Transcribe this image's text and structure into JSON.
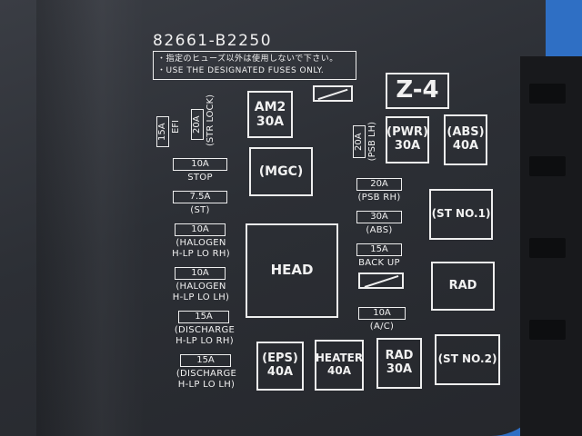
{
  "part_number": "82661-B2250",
  "notice_jp": "・指定のヒューズ以外は使用しないで下さい。",
  "notice_en": "・USE THE DESIGNATED FUSES ONLY.",
  "zone": "Z-4",
  "large_fuses": {
    "am2": [
      "AM2",
      "30A"
    ],
    "mgc": "(MGC)",
    "head": "HEAD",
    "pwr": [
      "(PWR)",
      "30A"
    ],
    "abs": [
      "(ABS)",
      "40A"
    ],
    "st1": "(ST NO.1)",
    "rad": "RAD",
    "st2": "(ST NO.2)",
    "eps": [
      "(EPS)",
      "40A"
    ],
    "heater": [
      "HEATER",
      "40A"
    ],
    "rad30": [
      "RAD",
      "30A"
    ]
  },
  "small_fuses": {
    "efi": {
      "amp": "15A",
      "name": "EFI"
    },
    "strlock": {
      "amp": "20A",
      "name": "(STR LOCK)"
    },
    "stop": {
      "amp": "10A",
      "name": "STOP"
    },
    "st": {
      "amp": "7.5A",
      "name": "(ST)"
    },
    "hrh": {
      "amp": "10A",
      "name1": "(HALOGEN",
      "name2": "H-LP LO RH)"
    },
    "hlh": {
      "amp": "10A",
      "name1": "(HALOGEN",
      "name2": "H-LP LO LH)"
    },
    "drh": {
      "amp": "15A",
      "name1": "(DISCHARGE",
      "name2": "H-LP LO RH)"
    },
    "dlh": {
      "amp": "15A",
      "name1": "(DISCHARGE",
      "name2": "H-LP LO LH)"
    },
    "psblh": {
      "amp": "20A",
      "name": "(PSB LH)"
    },
    "psbrh": {
      "amp": "20A",
      "name": "(PSB RH)"
    },
    "absf": {
      "amp": "30A",
      "name": "(ABS)"
    },
    "backup": {
      "amp": "15A",
      "name": "BACK UP"
    },
    "ac": {
      "amp": "10A",
      "name": "(A/C)"
    }
  }
}
